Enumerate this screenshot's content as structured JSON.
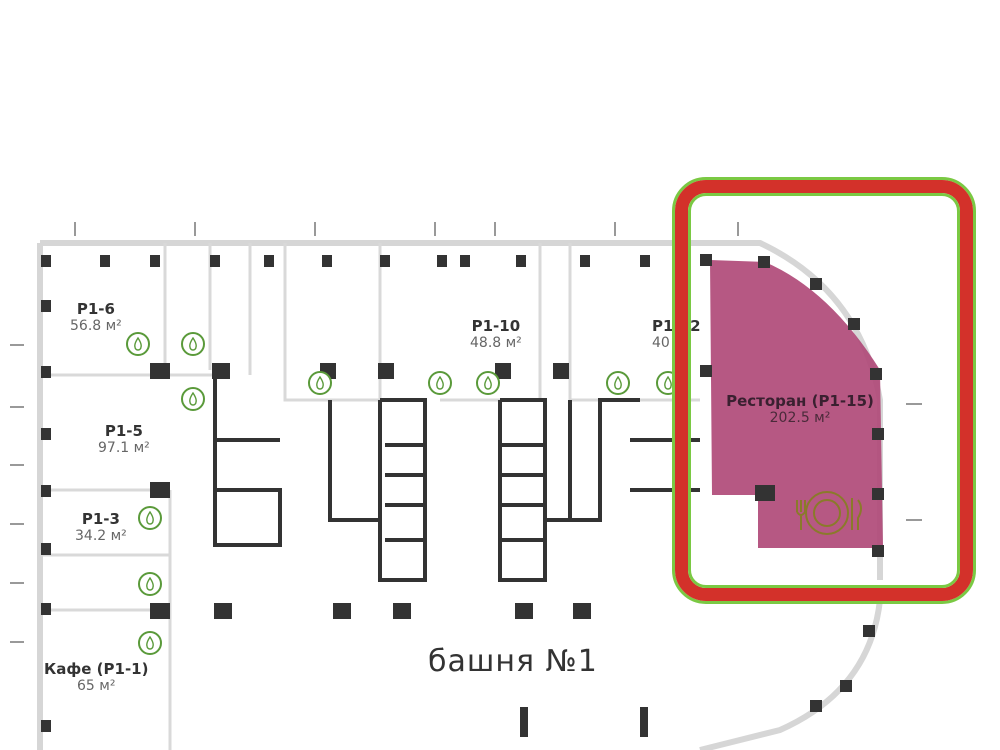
{
  "floor": {
    "title": "башня №1"
  },
  "units": [
    {
      "id": "P1-6",
      "name": "P1-6",
      "area": "56.8 м²"
    },
    {
      "id": "P1-5",
      "name": "P1-5",
      "area": "97.1 м²"
    },
    {
      "id": "P1-3",
      "name": "P1-3",
      "area": "34.2 м²"
    },
    {
      "id": "P1-1",
      "name": "Кафе (P1-1)",
      "area": "65 м²"
    },
    {
      "id": "P1-10",
      "name": "P1-10",
      "area": "48.8 м²"
    },
    {
      "id": "P1-12",
      "name": "P1-12",
      "area": "40"
    }
  ],
  "highlight": {
    "name": "Ресторан (P1-15)",
    "area": "202.5 м²",
    "icon": "restaurant-plate-icon",
    "fill": "#b04a78",
    "frame_outer": "#7ac943",
    "frame_main": "#d3312a"
  },
  "icons": {
    "water": "water-drop-icon",
    "entrance": "entrance-arrow-icon"
  },
  "colors": {
    "wall": "#333333",
    "outline": "#d9d9d9",
    "drop": "#5a9a3a"
  }
}
